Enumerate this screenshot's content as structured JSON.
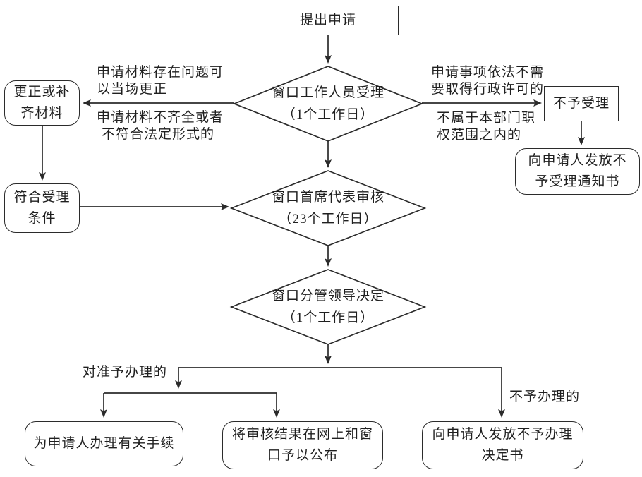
{
  "flowchart": {
    "nodes": {
      "start": {
        "label": "提出申请"
      },
      "decision1": {
        "line1": "窗口工作人员受理",
        "line2": "（1个工作日）"
      },
      "decision2": {
        "line1": "窗口首席代表审核",
        "line2": "（23个工作日）"
      },
      "decision3": {
        "line1": "窗口分管领导决定",
        "line2": "（1个工作日）"
      },
      "correct": {
        "line1": "更正或补",
        "line2": "齐材料"
      },
      "qualify": {
        "line1": "符合受理",
        "line2": "条件"
      },
      "reject": {
        "label": "不予受理"
      },
      "reject_notice": {
        "line1": "向申请人发放不",
        "line2": "予受理通知书"
      },
      "handle": {
        "label": "为申请人办理有关手续"
      },
      "publish": {
        "line1": "将审核结果在网上和窗",
        "line2": "口予以公布"
      },
      "no_handle_notice": {
        "line1": "向申请人发放不予办理",
        "line2": "决定书"
      }
    },
    "edge_labels": {
      "correctable": {
        "line1": "申请材料存在问题可",
        "line2": "以当场更正"
      },
      "incomplete": {
        "line1": "申请材料不齐全或者",
        "line2": "不符合法定形式的"
      },
      "no_permit_needed": {
        "line1": "申请事项依法不需",
        "line2": "要取得行政许可的"
      },
      "out_of_scope": {
        "line1": "不属于本部门职",
        "line2": "权范围之内的"
      },
      "approved": "对准予办理的",
      "not_approved": "不予办理的"
    },
    "colors": {
      "line": "#2b2b2b",
      "text": "#1f1f1f",
      "background": "#ffffff"
    }
  }
}
